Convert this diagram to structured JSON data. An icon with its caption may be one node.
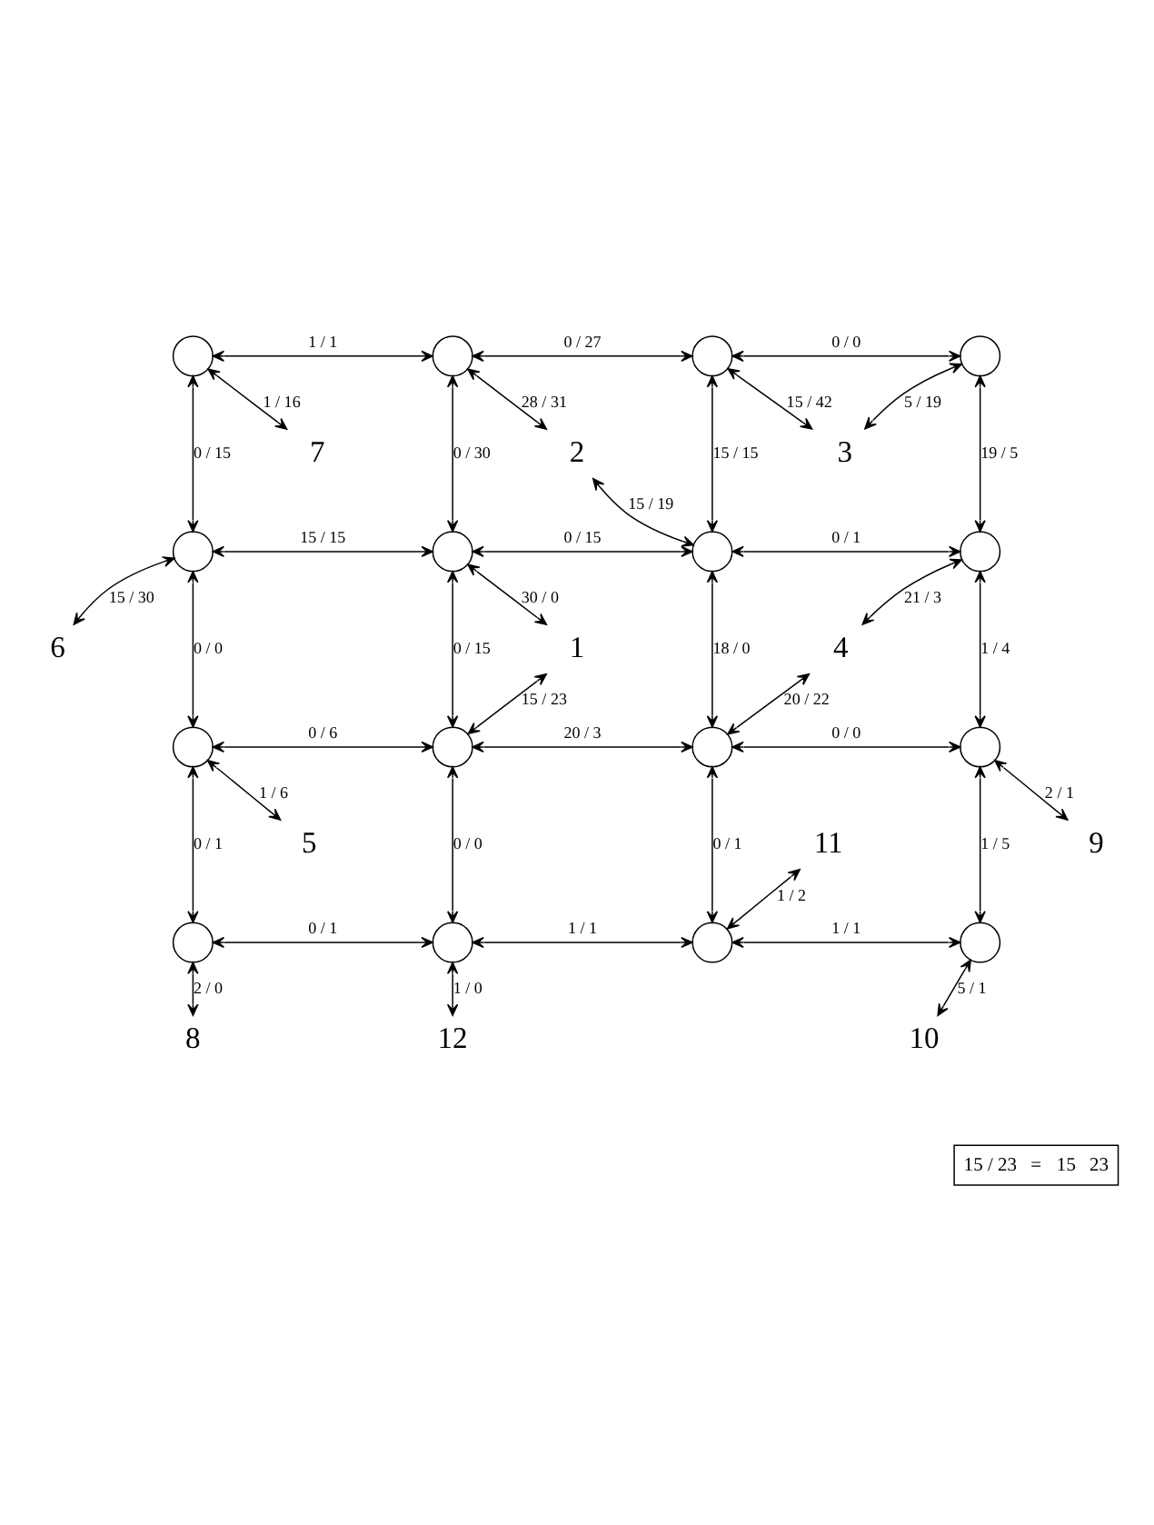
{
  "diagram": {
    "nodes": [
      {
        "text": [],
        "shape": "circle"
      },
      {
        "text": [],
        "shape": "circle"
      },
      {
        "text": [],
        "shape": "circle"
      },
      {
        "text": [],
        "shape": "circle"
      },
      {
        "text": [],
        "shape": "circle"
      },
      {
        "text": [],
        "shape": "circle"
      },
      {
        "text": [],
        "shape": "circle"
      },
      {
        "text": [],
        "shape": "circle"
      },
      {
        "text": [],
        "shape": "circle"
      },
      {
        "text": [],
        "shape": "circle"
      },
      {
        "text": [],
        "shape": "circle"
      },
      {
        "text": [],
        "shape": "circle"
      },
      {
        "text": [],
        "shape": "circle"
      },
      {
        "text": [],
        "shape": "circle"
      },
      {
        "text": [],
        "shape": "circle"
      },
      {
        "text": [],
        "shape": "circle"
      },
      {
        "text": [
          "7"
        ]
      },
      {
        "text": [
          "2"
        ]
      },
      {
        "text": [
          "3"
        ]
      },
      {
        "text": [
          "6"
        ]
      },
      {
        "text": [
          "1"
        ]
      },
      {
        "text": [
          "4"
        ]
      },
      {
        "text": [
          "5"
        ]
      },
      {
        "text": [
          "11"
        ]
      },
      {
        "text": [
          "9"
        ]
      },
      {
        "text": [
          "8"
        ]
      },
      {
        "text": [
          "12"
        ]
      },
      {
        "text": [
          "10"
        ]
      }
    ],
    "edges": [
      {
        "from": 0,
        "to": 1,
        "arrow": "both",
        "label": "1 / 1"
      },
      {
        "from": 1,
        "to": 2,
        "arrow": "both",
        "label": "0 / 27"
      },
      {
        "from": 2,
        "to": 3,
        "arrow": "both",
        "label": "0 / 0"
      },
      {
        "from": 0,
        "to": 16,
        "arrow": "both",
        "label": "1 / 16"
      },
      {
        "from": 1,
        "to": 17,
        "arrow": "both",
        "label": "28 / 31"
      },
      {
        "from": 2,
        "to": 18,
        "arrow": "both",
        "label": "15 / 42"
      },
      {
        "from": 3,
        "to": 18,
        "arrow": "both",
        "label": "5 / 19"
      },
      {
        "from": 0,
        "to": 4,
        "arrow": "both",
        "label": "0 / 15"
      },
      {
        "from": 1,
        "to": 5,
        "arrow": "both",
        "label": "0 / 30"
      },
      {
        "from": 2,
        "to": 6,
        "arrow": "both",
        "label": "15 / 15"
      },
      {
        "from": 3,
        "to": 7,
        "arrow": "both",
        "label": "19 / 5"
      },
      {
        "from": 6,
        "to": 17,
        "arrow": "both",
        "label": "15 / 19"
      },
      {
        "from": 4,
        "to": 5,
        "arrow": "both",
        "label": "15 / 15"
      },
      {
        "from": 5,
        "to": 6,
        "arrow": "both",
        "label": "0 / 15"
      },
      {
        "from": 6,
        "to": 7,
        "arrow": "both",
        "label": "0 / 1"
      },
      {
        "from": 4,
        "to": 19,
        "arrow": "both",
        "label": "15 / 30"
      },
      {
        "from": 5,
        "to": 20,
        "arrow": "both",
        "label": "30 / 0"
      },
      {
        "from": 7,
        "to": 21,
        "arrow": "both",
        "label": "21 / 3"
      },
      {
        "from": 4,
        "to": 8,
        "arrow": "both",
        "label": "0 / 0"
      },
      {
        "from": 5,
        "to": 9,
        "arrow": "both",
        "label": "0 / 15"
      },
      {
        "from": 6,
        "to": 10,
        "arrow": "both",
        "label": "18 / 0"
      },
      {
        "from": 7,
        "to": 11,
        "arrow": "both",
        "label": "1 / 4"
      },
      {
        "from": 9,
        "to": 20,
        "arrow": "both",
        "label": "15 / 23"
      },
      {
        "from": 10,
        "to": 21,
        "arrow": "both",
        "label": "20 / 22"
      },
      {
        "from": 8,
        "to": 9,
        "arrow": "both",
        "label": "0 / 6"
      },
      {
        "from": 9,
        "to": 10,
        "arrow": "both",
        "label": "20 / 3"
      },
      {
        "from": 10,
        "to": 11,
        "arrow": "both",
        "label": "0 / 0"
      },
      {
        "from": 8,
        "to": 22,
        "arrow": "both",
        "label": "1 / 6"
      },
      {
        "from": 11,
        "to": 24,
        "arrow": "both",
        "label": "2 / 1"
      },
      {
        "from": 8,
        "to": 12,
        "arrow": "both",
        "label": "0 / 1"
      },
      {
        "from": 9,
        "to": 13,
        "arrow": "both",
        "label": "0 / 0"
      },
      {
        "from": 10,
        "to": 14,
        "arrow": "both",
        "label": "0 / 1"
      },
      {
        "from": 11,
        "to": 15,
        "arrow": "both",
        "label": "1 / 5"
      },
      {
        "from": 14,
        "to": 23,
        "arrow": "both",
        "label": "1 / 2"
      },
      {
        "from": 12,
        "to": 13,
        "arrow": "both",
        "label": "0 / 1"
      },
      {
        "from": 13,
        "to": 14,
        "arrow": "both",
        "label": "1 / 1"
      },
      {
        "from": 14,
        "to": 15,
        "arrow": "both",
        "label": "1 / 1"
      },
      {
        "from": 12,
        "to": 25,
        "arrow": "both",
        "label": "2 / 0"
      },
      {
        "from": 13,
        "to": 26,
        "arrow": "both",
        "label": "1 / 0"
      },
      {
        "from": 15,
        "to": 27,
        "arrow": "both",
        "label": "5 / 1"
      }
    ],
    "labels": [
      "15 / 23",
      "=",
      "15",
      "23"
    ]
  }
}
